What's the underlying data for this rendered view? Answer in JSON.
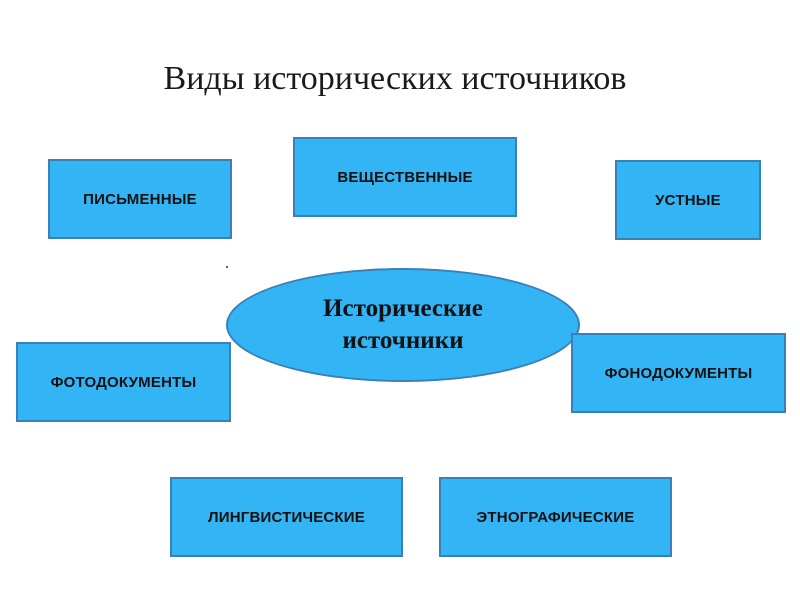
{
  "title": "Виды исторических источников",
  "center": {
    "label": "Исторические источники"
  },
  "categories": {
    "written": "ПИСЬМЕННЫЕ",
    "material": "ВЕЩЕСТВЕННЫЕ",
    "oral": "УСТНЫЕ",
    "photo": "ФОТОДОКУМЕНТЫ",
    "phono": "ФОНОДОКУМЕНТЫ",
    "linguistic": "ЛИНГВИСТИЧЕСКИЕ",
    "ethnographic": "ЭТНОГРАФИЧЕСКИЕ"
  },
  "colors": {
    "box_fill": "#33b5f5",
    "box_border": "#3a7fb8",
    "text": "#111111"
  }
}
